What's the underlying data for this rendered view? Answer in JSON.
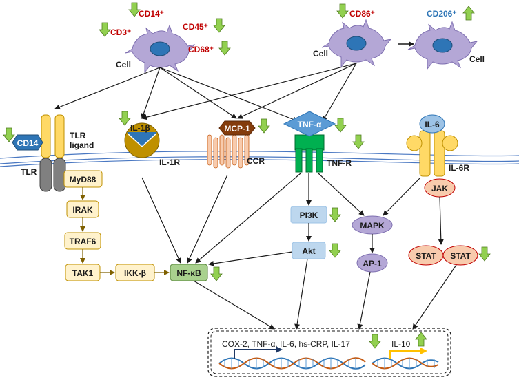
{
  "cells": {
    "left": {
      "label": "Cell",
      "markers": [
        {
          "text": "CD14⁺",
          "trend": "down"
        },
        {
          "text": "CD3⁺",
          "trend": "down"
        },
        {
          "text": "CD45⁺",
          "trend": "down"
        },
        {
          "text": "CD68⁺",
          "trend": "down"
        }
      ]
    },
    "mid": {
      "label": "Cell",
      "marker": "CD86⁺",
      "trend": "down"
    },
    "right": {
      "label": "Cell",
      "marker": "CD206⁺",
      "trend": "up"
    }
  },
  "receptors": {
    "cd14": "CD14",
    "tlr_ligand_line1": "TLR",
    "tlr_ligand_line2": "ligand",
    "tlr": "TLR",
    "il1b": "IL-1β",
    "il1r": "IL-1R",
    "mcp1": "MCP-1",
    "ccr": "CCR",
    "tnfa": "TNF-α",
    "tnfr": "TNF-R",
    "il6": "IL-6",
    "il6r": "IL-6R",
    "jak": "JAK"
  },
  "pathway": {
    "myd88": "MyD88",
    "irak": "IRAK",
    "traf6": "TRAF6",
    "tak1": "TAK1",
    "ikkb": "IKK-β",
    "nfkb": "NF-κB",
    "pi3k": "PI3K",
    "akt": "Akt",
    "mapk": "MAPK",
    "ap1": "AP-1",
    "stat1": "STAT",
    "stat2": "STAT"
  },
  "output": {
    "genes_down": "COX-2, TNF-α, IL-6, hs-CRP, IL-17",
    "genes_up": "IL-10"
  },
  "colors": {
    "down_arrow": "#92d050",
    "up_arrow": "#92d050",
    "cell_body": "#b4a7d6",
    "nucleus": "#2e75b6",
    "membrane": "#c9daf8",
    "nfkb": "#a9d18e",
    "box": "#fff2cc",
    "mapk": "#b4a7d6",
    "stat": "#f4b183",
    "tnfr": "#00b050",
    "il1r": "#bf9000"
  }
}
